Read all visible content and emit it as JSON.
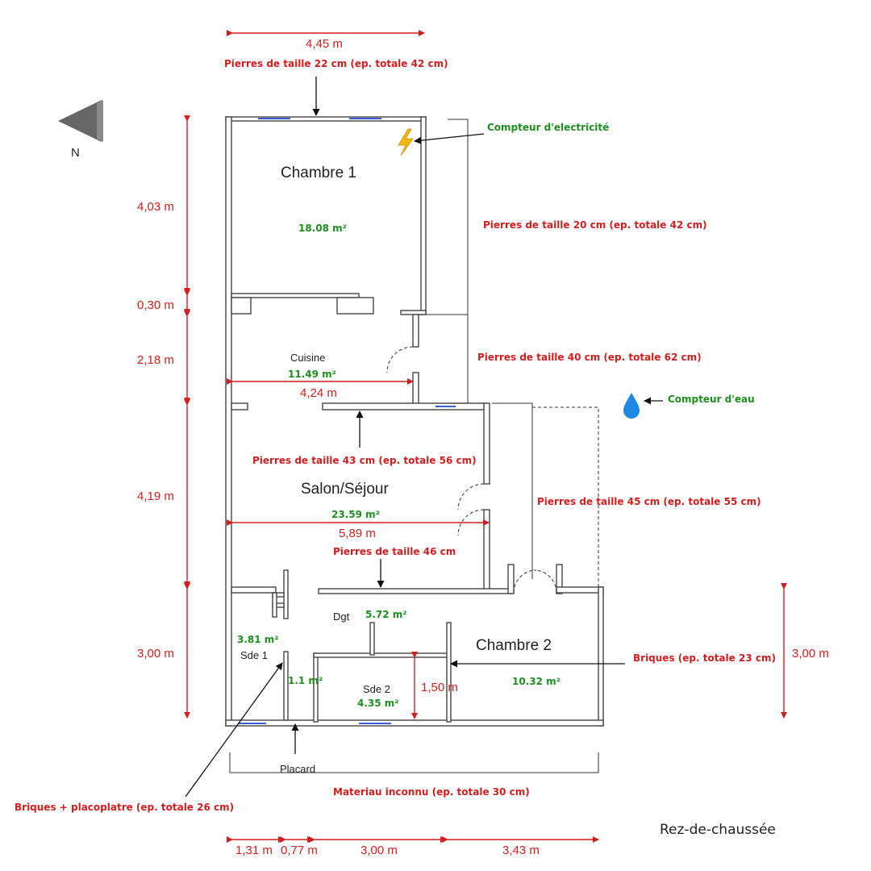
{
  "rooms": {
    "chambre1": {
      "name": "Chambre 1",
      "area": "18.08 m²"
    },
    "cuisine": {
      "name": "Cuisine",
      "area": "11.49 m²"
    },
    "salon": {
      "name": "Salon/Séjour",
      "area": "23.59 m²"
    },
    "dgt": {
      "name": "Dgt",
      "area": "5.72 m²"
    },
    "chambre2": {
      "name": "Chambre 2",
      "area": "10.32 m²"
    },
    "sde1": {
      "name": "Sde 1",
      "area": "3.81 m²"
    },
    "sde2": {
      "name": "Sde 2",
      "area": "4.35 m²"
    },
    "placard": {
      "name": "Placard",
      "area": "1.1 m²"
    }
  },
  "dimensions": {
    "top_width": "4,45 m",
    "left_1": "4,03 m",
    "left_2": "0,30 m",
    "left_3": "2,18 m",
    "left_4": "4,19 m",
    "left_5": "3,00 m",
    "right_chambre2": "3,00 m",
    "cuisine_width": "4,24 m",
    "salon_width": "5,89 m",
    "sde2_height": "1,50 m",
    "bottom_1": "1,31 m",
    "bottom_2": "0,77 m",
    "bottom_3": "3,00 m",
    "bottom_4": "3,43 m"
  },
  "materials": {
    "top": "Pierres de taille 22 cm (ep. totale 42 cm)",
    "east_chambre1": "Pierres de taille 20 cm (ep. totale 42 cm)",
    "east_cuisine": "Pierres de taille 40 cm (ep. totale 62 cm)",
    "salon_north": "Pierres de taille 43 cm (ep. totale 56 cm)",
    "salon_east": "Pierres de taille 45 cm (ep. totale 55 cm)",
    "salon_south": "Pierres de taille 46 cm",
    "briques": "Briques (ep. totale 23 cm)",
    "briques_placo": "Briques + placoplatre (ep. totale 26 cm)",
    "bottom": "Materiau inconnu (ep. totale 30 cm)"
  },
  "meters": {
    "electricity": "Compteur d'electricité",
    "water": "Compteur d'eau"
  },
  "compass": {
    "label": "N"
  },
  "floor_label": "Rez-de-chaussée",
  "colors": {
    "dimension_red": "#d11f1f",
    "area_green": "#1e8f1e",
    "window_blue": "#3b5bd9",
    "water_blue": "#1e88e5",
    "electric_yellow": "#f5b800"
  }
}
